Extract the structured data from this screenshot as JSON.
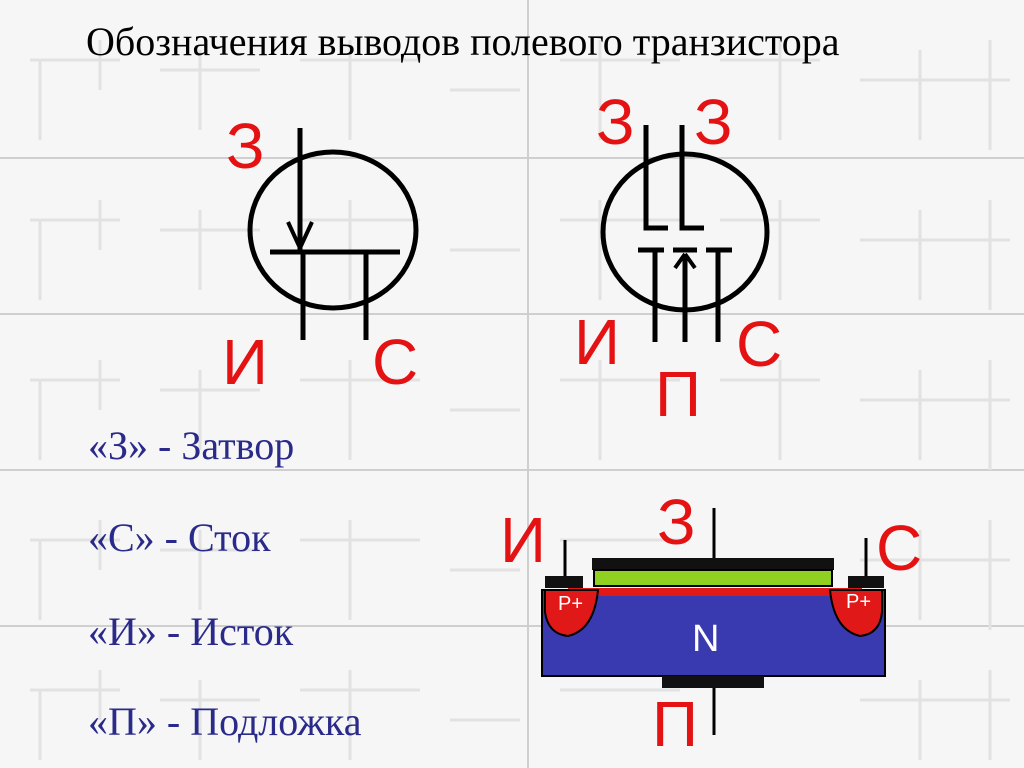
{
  "title": "Обозначения выводов полевого транзистора",
  "symbol1": {
    "gate": "З",
    "source": "И",
    "drain": "С"
  },
  "symbol2": {
    "gate1": "З",
    "gate2": "З",
    "source": "И",
    "drain": "С",
    "substrate": "П"
  },
  "structure": {
    "source": "И",
    "gate": "З",
    "drain": "С",
    "substrate": "П",
    "p_left": "P+",
    "p_right": "P+",
    "n_region": "N"
  },
  "legend": [
    {
      "text": "«З» - Затвор"
    },
    {
      "text": "«С» - Сток"
    },
    {
      "text": "«И» - Исток"
    },
    {
      "text": "«П» - Подложка"
    }
  ],
  "colors": {
    "accent_red": "#e41212",
    "legend_text": "#2a2a8a",
    "n_substrate": "#3a3ab0",
    "gate_green": "#90d020",
    "p_region": "#e01818"
  }
}
